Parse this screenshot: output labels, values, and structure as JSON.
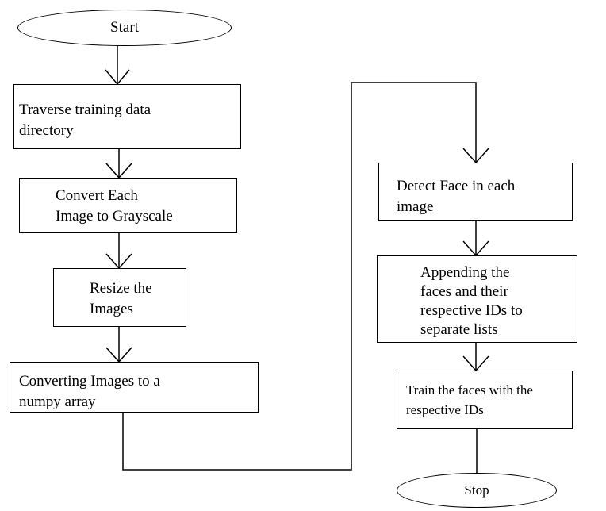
{
  "flowchart": {
    "start": "Start",
    "stop": "Stop",
    "steps": [
      "Traverse training data\ndirectory",
      "Convert Each\nImage to Grayscale",
      "Resize the\nImages",
      "Converting Images to a\nnumpy array",
      "Detect Face in each\nimage",
      "Appending the\nfaces and their\nrespective IDs to\nseparate lists",
      "Train the faces with the\nrespective IDs"
    ]
  },
  "colors": {
    "line": "#000000",
    "background": "#ffffff"
  }
}
